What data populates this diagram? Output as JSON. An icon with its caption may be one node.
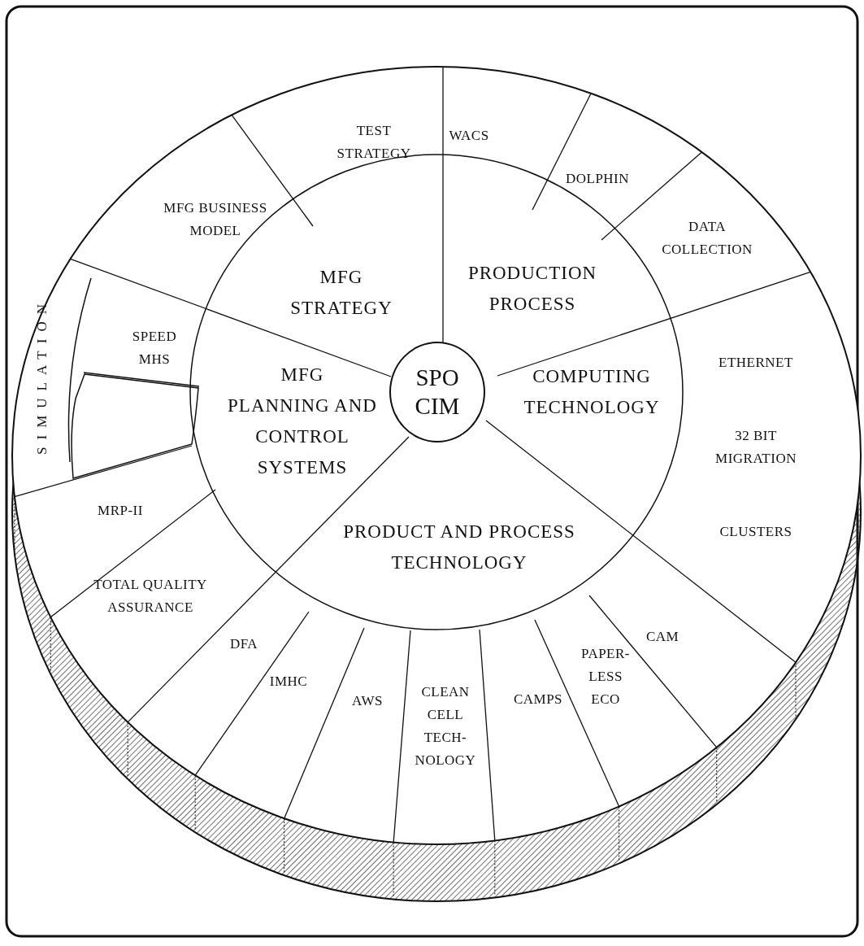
{
  "diagram": {
    "nodes": [
      {
        "text": [
          "SPO CIM"
        ]
      },
      {
        "text": [
          "MFG STRATEGY"
        ]
      },
      {
        "text": [
          "PRODUCTION PROCESS"
        ]
      },
      {
        "text": [
          "COMPUTING TECHNOLOGY"
        ]
      },
      {
        "text": [
          "PRODUCT AND PROCESS TECHNOLOGY"
        ]
      },
      {
        "text": [
          "MFG PLANNING AND CONTROL SYSTEMS"
        ]
      },
      {
        "text": [
          "MFG BUSINESS MODEL"
        ]
      },
      {
        "text": [
          "TEST STRATEGY"
        ]
      },
      {
        "text": [
          "WACS"
        ]
      },
      {
        "text": [
          "DOLPHIN"
        ]
      },
      {
        "text": [
          "DATA COLLECTION"
        ]
      },
      {
        "text": [
          "ETHERNET",
          "32 BIT MIGRATION",
          "CLUSTERS"
        ]
      },
      {
        "text": [
          "CAM"
        ]
      },
      {
        "text": [
          "PAPER- LESS ECO"
        ]
      },
      {
        "text": [
          "CAMPS"
        ]
      },
      {
        "text": [
          "CLEAN CELL TECH- NOLOGY"
        ]
      },
      {
        "text": [
          "AWS"
        ]
      },
      {
        "text": [
          "IMHC"
        ]
      },
      {
        "text": [
          "DFA"
        ]
      },
      {
        "text": [
          "TOTAL QUALITY ASSURANCE"
        ]
      },
      {
        "text": [
          "MRP-II"
        ]
      },
      {
        "text": [],
        "shape": "sector"
      },
      {
        "text": [
          "SPEED MHS"
        ]
      }
    ],
    "labels": [
      "SIMULATION"
    ]
  }
}
